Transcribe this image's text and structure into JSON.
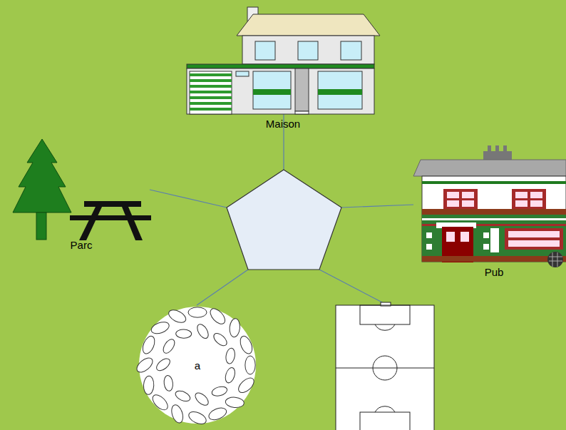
{
  "diagram": {
    "nodes": [
      {
        "text": [
          "a"
        ]
      }
    ],
    "labels": [
      "Maison",
      "Parc",
      "Pub"
    ]
  }
}
